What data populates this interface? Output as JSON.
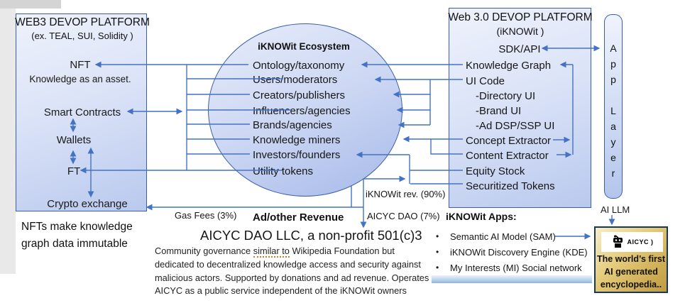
{
  "colors": {
    "accent_line": "#4472c4",
    "box_border": "#3a5ea8",
    "box_fill_light": "#eef2fc",
    "box_fill_dark": "#b9c9ee",
    "gold_light": "#f7efc9",
    "gold_dark": "#c09a3e",
    "gold_border": "#17375e",
    "strip_gray": "#e9e9e9",
    "spellcheck_underline": "#c77f2a"
  },
  "left_box": {
    "title": "WEB3 DEVOP PLATFORM",
    "subtitle": "(ex. TEAL, SUI, Solidity )",
    "nft": "NFT",
    "nft_note": "Knowledge as an asset.",
    "smart_contracts": "Smart Contracts",
    "wallets": "Wallets",
    "ft": "FT",
    "crypto_exchange": "Crypto exchange"
  },
  "left_caption": {
    "line1": "NFTs make knowledge",
    "line2": "graph data immutable"
  },
  "ellipse": {
    "title": "iKNOWit Ecosystem",
    "items": [
      "Ontology/taxonomy",
      "Users/moderators",
      "Creators/publishers",
      "Influencers/agencies",
      "Brands/agencies",
      "Knowledge miners",
      "Investors/founders",
      "Utility tokens"
    ]
  },
  "right_box": {
    "title": "Web 3.0 DEVOP PLATFORM",
    "subtitle": "(iKNOWit )",
    "sdk": "SDK/API",
    "items": [
      "Knowledge Graph",
      "UI Code",
      "-Directory UI",
      "-Brand UI",
      "-Ad DSP/SSP UI",
      "Concept Extractor",
      "Content Extractor",
      "Equity Stock",
      "Securitized Tokens"
    ]
  },
  "app_layer": {
    "letters": "A\np\np\n\nL\na\ny\ne\nr"
  },
  "ai_llm_label": "AI LLM",
  "gold_box": {
    "logo_text": "AICYC )",
    "line1": "The world’s first",
    "line2": "AI generated",
    "line3": "encyclopedia.."
  },
  "apps": {
    "title": "iKNOWit Apps:",
    "items": [
      "Semantic AI Model (SAM)",
      "iKNOWit Discovery Engine (KDE)",
      "My Interests (MI) Social network"
    ]
  },
  "revenue": {
    "gas_fees": "Gas Fees (3%)",
    "ad_other": "Ad/other Revenue",
    "iknowit_rev": "iKNOWit rev. (90%)",
    "aicyc_dao": "AICYC DAO (7%)"
  },
  "dao": {
    "title": "AICYC DAO LLC, a non-profit 501(c)3",
    "para_prefix": "Community governance ",
    "para_underlined": "similar to",
    "para_line1_suffix": " Wikipedia Foundation but",
    "para_line2": "dedicated to decentralized knowledge access and security against",
    "para_line3": "malicious actors. Supported by donations and ad revenue. Operates",
    "para_line4": "AICYC as a public service independent of the iKNOWit owners"
  }
}
